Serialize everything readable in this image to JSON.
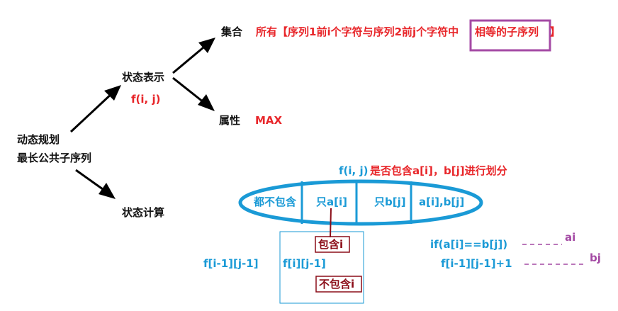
{
  "root": {
    "line1": "动态规划",
    "line2": "最长公共子序列"
  },
  "state_repr": {
    "label": "状态表示",
    "func": "f(i, j)"
  },
  "set": {
    "label": "集合",
    "desc_prefix": "所有【序列1前i个字符与序列2前j个字符中",
    "desc_boxed": "相等的子序列",
    "desc_suffix": "】"
  },
  "attr": {
    "label": "属性",
    "value": "MAX"
  },
  "state_calc": {
    "label": "状态计算"
  },
  "partition": {
    "title_func": "f(i, j)",
    "title_text": "是否包含a[i]，b[j]进行划分",
    "cells": [
      "都不包含",
      "只a[i]",
      "只b[j]",
      "a[i],b[j]"
    ]
  },
  "formulas": {
    "neither": "f[i-1][j-1]",
    "only_a": "f[i][j-1]",
    "include_i": "包含i",
    "exclude_i": "不包含i",
    "condition": "if(a[i]==b[j])",
    "both": "f[i-1][j-1]+1"
  },
  "annotations": {
    "ai": "ai",
    "bj": "bj"
  },
  "colors": {
    "black": "#111111",
    "red": "#e8262a",
    "blue": "#1a9ad6",
    "purple": "#a44aa4",
    "darkred": "#8b0d18"
  }
}
